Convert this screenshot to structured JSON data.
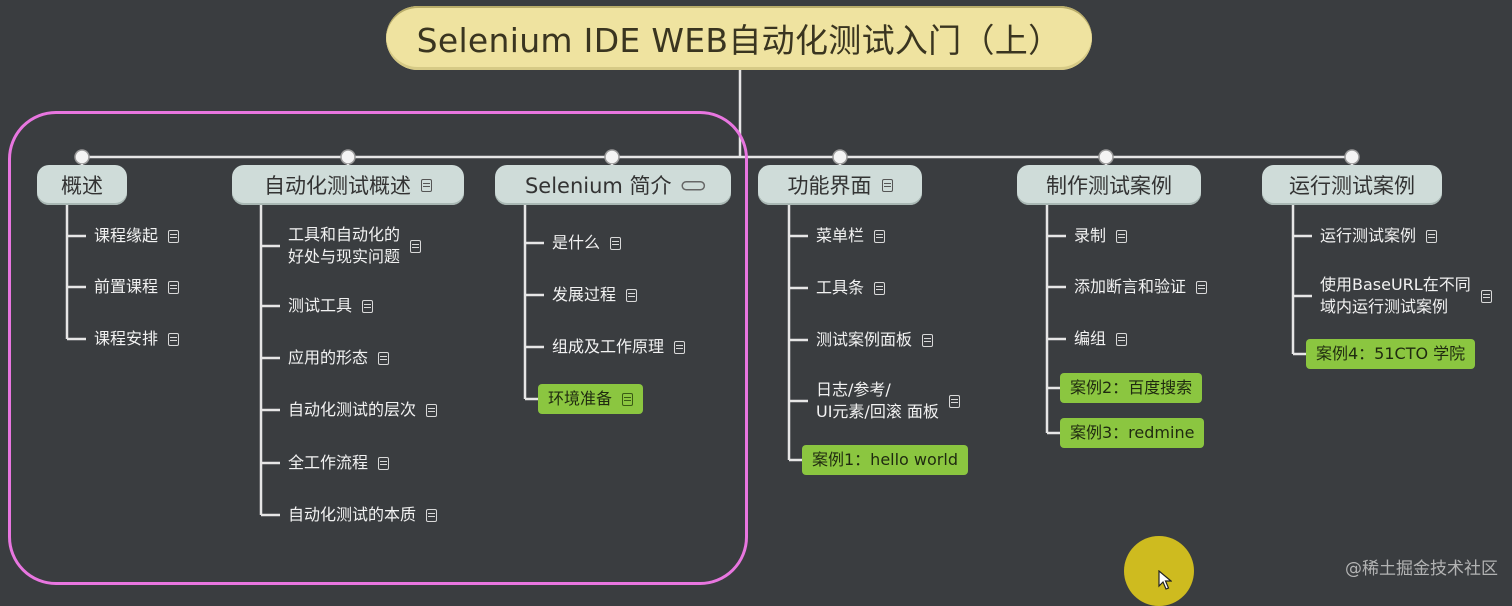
{
  "root": {
    "title": "Selenium IDE WEB自动化测试入门（上）"
  },
  "branches": [
    {
      "title": "概述",
      "icon": "",
      "leaves": [
        {
          "text": "课程缘起"
        },
        {
          "text": "前置课程"
        },
        {
          "text": "课程安排"
        }
      ]
    },
    {
      "title": "自动化测试概述",
      "icon": "note-icon",
      "leaves": [
        {
          "text": "工具和自动化的好处与现实问题",
          "lines": [
            "工具和自动化的",
            "好处与现实问题"
          ]
        },
        {
          "text": "测试工具"
        },
        {
          "text": "应用的形态"
        },
        {
          "text": "自动化测试的层次"
        },
        {
          "text": "全工作流程"
        },
        {
          "text": "自动化测试的本质"
        }
      ]
    },
    {
      "title": "Selenium 简介",
      "icon": "link-icon",
      "leaves": [
        {
          "text": "是什么"
        },
        {
          "text": "发展过程"
        },
        {
          "text": "组成及工作原理"
        },
        {
          "text": "环境准备",
          "highlight": true
        }
      ]
    },
    {
      "title": "功能界面",
      "icon": "note-icon",
      "leaves": [
        {
          "text": "菜单栏"
        },
        {
          "text": "工具条"
        },
        {
          "text": "测试案例面板"
        },
        {
          "text": "日志/参考/UI元素/回滚 面板",
          "lines": [
            "日志/参考/",
            "UI元素/回滚 面板"
          ]
        },
        {
          "text": "案例1：hello world",
          "highlight": true,
          "noicon": true
        }
      ]
    },
    {
      "title": "制作测试案例",
      "icon": "",
      "leaves": [
        {
          "text": "录制"
        },
        {
          "text": "添加断言和验证"
        },
        {
          "text": "编组"
        },
        {
          "text": "案例2：百度搜索",
          "highlight": true,
          "noicon": true
        },
        {
          "text": "案例3：redmine",
          "highlight": true,
          "noicon": true
        }
      ]
    },
    {
      "title": "运行测试案例",
      "icon": "",
      "leaves": [
        {
          "text": "运行测试案例"
        },
        {
          "text": "使用BaseURL在不同域内运行测试案例",
          "lines": [
            "使用BaseURL在不同",
            "域内运行测试案例"
          ]
        },
        {
          "text": "案例4：51CTO 学院",
          "highlight": true,
          "noicon": true
        }
      ]
    }
  ],
  "watermark": "@稀土掘金技术社区",
  "colors": {
    "background": "#3a3d40",
    "root": "#efe3a0",
    "branch": "#cfdcd9",
    "leaf_highlight": "#8bc640",
    "selection": "#e876e0",
    "pointer": "#d6c21e"
  }
}
